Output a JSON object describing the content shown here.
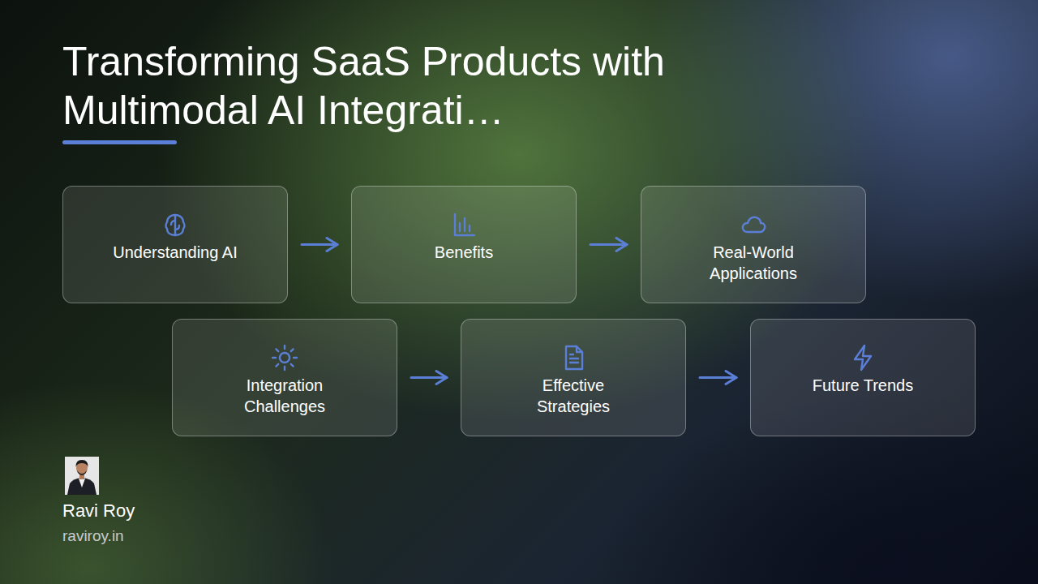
{
  "diagram": {
    "title": "Transforming SaaS Products with Multimodal AI Integrati…",
    "nodes": [
      {
        "text": [
          "Understanding AI"
        ]
      },
      {
        "text": [
          "Benefits"
        ]
      },
      {
        "text": [
          "Real-World Applications"
        ]
      },
      {
        "text": [
          "Integration Challenges"
        ]
      },
      {
        "text": [
          "Effective Strategies"
        ]
      },
      {
        "text": [
          "Future Trends"
        ]
      }
    ],
    "edges": [
      {
        "from": 0,
        "to": 1,
        "arrow": "to"
      },
      {
        "from": 1,
        "to": 2,
        "arrow": "to"
      },
      {
        "from": 3,
        "to": 4,
        "arrow": "to"
      },
      {
        "from": 4,
        "to": 5,
        "arrow": "to"
      }
    ],
    "labels": [
      "Ravi Roy",
      "raviroy.in"
    ]
  }
}
